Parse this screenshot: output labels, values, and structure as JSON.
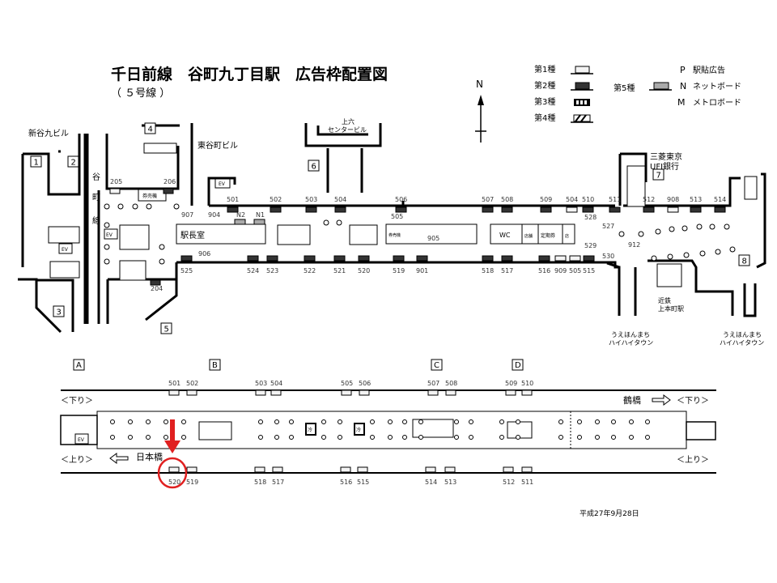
{
  "title": "千日前線　谷町九丁目駅　広告枠配置図",
  "subtitle": "（ ５号線 ）",
  "legend": {
    "type1": "第1種",
    "type2": "第2種",
    "type3": "第3種",
    "type4": "第4種",
    "type5": "第5種",
    "p_key": "P",
    "p_label": "駅貼広告",
    "n_key": "N",
    "n_label": "ネットボード",
    "m_key": "M",
    "m_label": "メトロボード"
  },
  "compass": "N",
  "places": {
    "shintani": "新谷九ビル",
    "higashitani": "東谷町ビル",
    "uehon_center_1": "上六",
    "uehon_center_2": "センタービル",
    "mufg_1": "三菱東京",
    "mufg_2": "UFJ銀行",
    "kintetsu_1": "近鉄",
    "kintetsu_2": "上本町駅",
    "hihai_a1": "うえほんまち",
    "hihai_a2": "ハイハイタウン",
    "hihai_b1": "うえほんまち",
    "hihai_b2": "ハイハイタウン",
    "tanimachi_line": [
      "谷",
      "町",
      "線"
    ],
    "stationmaster": "駅長室",
    "wc": "WC",
    "shop": "店舗",
    "pass": "定期券",
    "shop2": "店",
    "ticket": "券売機",
    "ev": "EV"
  },
  "exits": [
    "1",
    "2",
    "3",
    "4",
    "5",
    "6",
    "7",
    "8"
  ],
  "concourse_ads": {
    "top": [
      "501",
      "502",
      "503",
      "504",
      "506",
      "507",
      "508",
      "509",
      "504",
      "510",
      "511",
      "512",
      "908",
      "513",
      "514"
    ],
    "bottom": [
      "525",
      "524",
      "523",
      "522",
      "521",
      "520",
      "519",
      "901",
      "518",
      "517",
      "516",
      "909",
      "505",
      "515"
    ],
    "other": [
      "907",
      "904",
      "N2",
      "N1",
      "906",
      "905",
      "505",
      "528",
      "527",
      "529",
      "530",
      "912",
      "205",
      "206",
      "204"
    ]
  },
  "platform": {
    "cars": [
      "A",
      "B",
      "C",
      "D"
    ],
    "top_ads": [
      "501",
      "502",
      "503",
      "504",
      "505",
      "506",
      "507",
      "508",
      "509",
      "510"
    ],
    "bottom_ads": [
      "520",
      "519",
      "518",
      "517",
      "516",
      "515",
      "514",
      "513",
      "512",
      "511"
    ],
    "down_left": "＜下り＞",
    "down_right": "＜下り＞",
    "up_left": "＜上り＞",
    "up_right": "＜上り＞",
    "tsuruhashi": "鶴橋",
    "nihonbashi": "日本橋",
    "cool": "冷",
    "highlight_color": "#e02020",
    "highlighted_ad": "520"
  },
  "date": "平成27年9月28日"
}
